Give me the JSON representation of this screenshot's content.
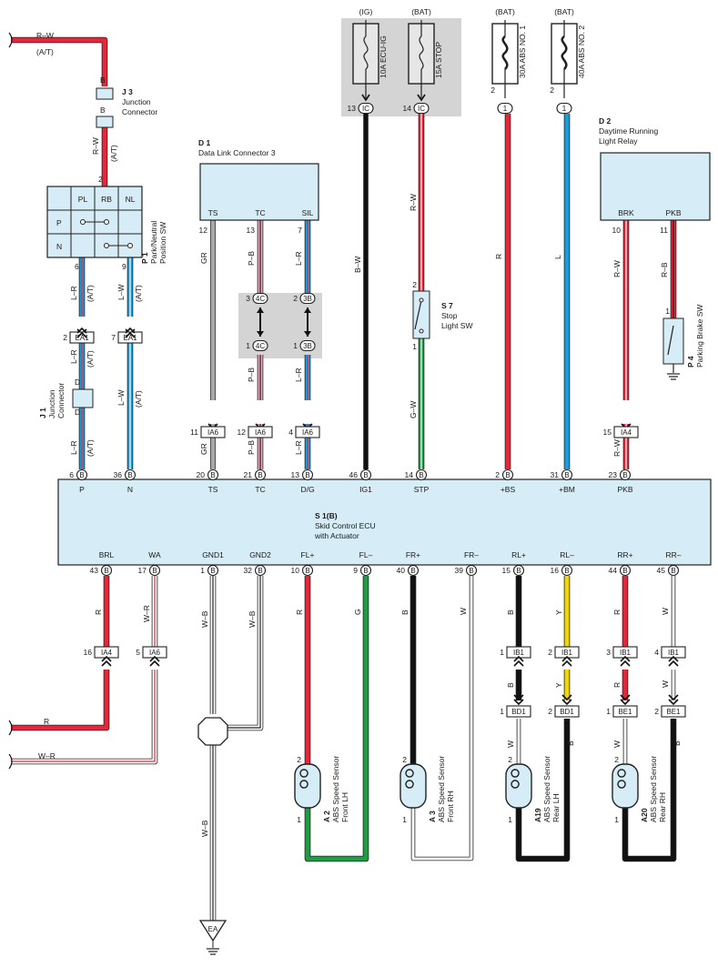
{
  "colors": {
    "red": "#e8263a",
    "black": "#111111",
    "blue": "#1a9ddb",
    "green": "#1f9d45",
    "yellow": "#f4d600",
    "gray": "#a8a8a8",
    "pink": "#f2a7c2",
    "box_fill": "#d6ecf7",
    "shade": "#d4d4d4"
  },
  "fuses": [
    {
      "source": "(IG)",
      "name": "10A ECU-IG",
      "pin": "13",
      "conn": "IC"
    },
    {
      "source": "(BAT)",
      "name": "15A STOP",
      "pin": "14",
      "conn": "IC"
    },
    {
      "source": "(BAT)",
      "name": "30A ABS NO. 1",
      "pin": "2",
      "conn": "1"
    },
    {
      "source": "(BAT)",
      "name": "40A ABS NO. 2",
      "pin": "2",
      "conn": "1"
    }
  ],
  "top_wire": {
    "code": "R–W",
    "note": "(A/T)"
  },
  "j3": {
    "id": "J 3",
    "name1": "Junction",
    "name2": "Connector",
    "pin": "B",
    "wire": "R–W",
    "note": "(A/T)",
    "pin2": "2"
  },
  "p1": {
    "id": "P 1",
    "name1": "Park/Neutral",
    "name2": "Position SW",
    "cols": [
      "PL",
      "RB",
      "NL"
    ],
    "rows": [
      "P",
      "N"
    ],
    "pins": [
      "6",
      "9"
    ]
  },
  "d1": {
    "id": "D 1",
    "name": "Data Link Connector 3",
    "terms": [
      "TS",
      "TC",
      "SIL"
    ],
    "pins": [
      "12",
      "13",
      "7"
    ]
  },
  "d2": {
    "id": "D 2",
    "name1": "Daytime Running",
    "name2": "Light Relay",
    "terms": [
      "BRK",
      "PKB"
    ],
    "pins": [
      "10",
      "11"
    ]
  },
  "s7": {
    "id": "S 7",
    "name1": "Stop",
    "name2": "Light SW",
    "pins": [
      "2",
      "1"
    ]
  },
  "p4": {
    "id": "P 4",
    "name": "Parking Brake SW",
    "pin": "1"
  },
  "j1": {
    "id": "J 1",
    "name1": "Junction",
    "name2": "Connector",
    "pin": "D"
  },
  "splice": {
    "top": [
      "3",
      "4C",
      "2",
      "3B"
    ],
    "bottom": [
      "1",
      "4C",
      "1",
      "3B"
    ]
  },
  "ecu": {
    "id": "S 1(B)",
    "name1": "Skid Control ECU",
    "name2": "with Actuator",
    "top_terms": [
      {
        "pin": "6",
        "label": "P"
      },
      {
        "pin": "36",
        "label": "N"
      },
      {
        "pin": "20",
        "label": "TS"
      },
      {
        "pin": "21",
        "label": "TC"
      },
      {
        "pin": "13",
        "label": "D/G"
      },
      {
        "pin": "46",
        "label": "IG1"
      },
      {
        "pin": "14",
        "label": "STP"
      },
      {
        "pin": "2",
        "label": "+BS"
      },
      {
        "pin": "31",
        "label": "+BM"
      },
      {
        "pin": "23",
        "label": "PKB"
      }
    ],
    "bottom_terms": [
      {
        "pin": "43",
        "label": "BRL"
      },
      {
        "pin": "17",
        "label": "WA"
      },
      {
        "pin": "1",
        "label": "GND1"
      },
      {
        "pin": "32",
        "label": "GND2"
      },
      {
        "pin": "10",
        "label": "FL+"
      },
      {
        "pin": "9",
        "label": "FL–"
      },
      {
        "pin": "40",
        "label": "FR+"
      },
      {
        "pin": "39",
        "label": "FR–"
      },
      {
        "pin": "15",
        "label": "RL+"
      },
      {
        "pin": "16",
        "label": "RL–"
      },
      {
        "pin": "44",
        "label": "RR+"
      },
      {
        "pin": "45",
        "label": "RR–"
      }
    ],
    "pin_conn": "B"
  },
  "inline_top": [
    {
      "pin": "2",
      "conn": "EA1"
    },
    {
      "pin": "7",
      "conn": "EA1"
    },
    {
      "pin": "11",
      "conn": "IA6"
    },
    {
      "pin": "12",
      "conn": "IA6"
    },
    {
      "pin": "4",
      "conn": "IA6"
    },
    {
      "pin": "15",
      "conn": "IA4"
    }
  ],
  "inline_bottom_a": [
    {
      "pin": "16",
      "conn": "IA4"
    },
    {
      "pin": "5",
      "conn": "IA6"
    },
    {
      "pin": "1",
      "conn": "IB1"
    },
    {
      "pin": "2",
      "conn": "IB1"
    },
    {
      "pin": "3",
      "conn": "IB1"
    },
    {
      "pin": "4",
      "conn": "IB1"
    }
  ],
  "inline_bottom_b": [
    {
      "pin": "1",
      "conn": "BD1"
    },
    {
      "pin": "2",
      "conn": "BD1"
    },
    {
      "pin": "1",
      "conn": "BE1"
    },
    {
      "pin": "2",
      "conn": "BE1"
    }
  ],
  "wire_labels_top": {
    "p_lr": "L–R",
    "at": "(A/T)",
    "n_lw": "L–W",
    "ts_gr": "GR",
    "tc_pb": "P–B",
    "dg_lr": "L–R",
    "ig1_bw": "B–W",
    "stp_rw": "R–W",
    "stp_gw": "G–W",
    "bs_r": "R",
    "bm_l": "L",
    "pkb_rw": "R–W",
    "pkb_rb": "R–B"
  },
  "wire_labels_bottom": {
    "brl_r": "R",
    "wa_wr": "W–R",
    "gnd_wb": "W–B",
    "fl_r": "R",
    "fl_g": "G",
    "fr_b": "B",
    "fr_w": "W",
    "rl_b": "B",
    "rl_y": "Y",
    "rr_r": "R",
    "rr_w": "W",
    "side_w": "W",
    "side_b": "B"
  },
  "sensors": [
    {
      "id": "A 2",
      "name1": "ABS Speed Sensor",
      "name2": "Front LH",
      "pins": [
        "2",
        "1"
      ]
    },
    {
      "id": "A 3",
      "name1": "ABS Speed Sensor",
      "name2": "Front RH",
      "pins": [
        "2",
        "1"
      ]
    },
    {
      "id": "A19",
      "name1": "ABS Speed Sensor",
      "name2": "Rear LH",
      "pins": [
        "2",
        "1"
      ]
    },
    {
      "id": "A20",
      "name1": "ABS Speed Sensor",
      "name2": "Rear RH",
      "pins": [
        "2",
        "1"
      ]
    }
  ],
  "left_wires": [
    {
      "code": "R"
    },
    {
      "code": "W–R"
    }
  ],
  "ground": {
    "label": "EA"
  }
}
